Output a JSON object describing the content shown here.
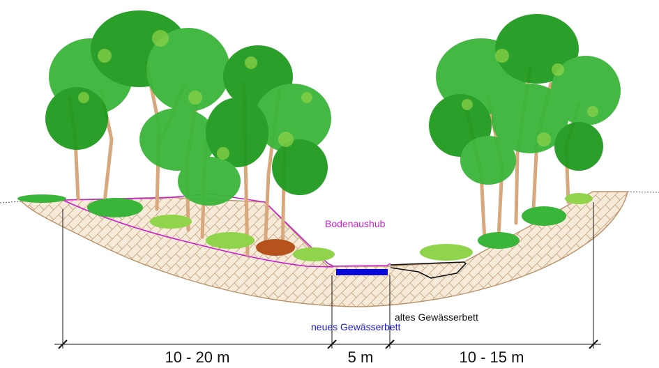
{
  "labels": {
    "soil_excavation": "Bodenaushub",
    "old_streambed": "altes Gewässerbett",
    "new_streambed": "neues Gewässerbett"
  },
  "dimensions": {
    "left_width": "10 - 20 m",
    "channel_width": "5 m",
    "right_width": "10 - 15 m"
  },
  "colors": {
    "soil_fill": "#f6ead9",
    "soil_hatch": "#c9a883",
    "soil_outline": "#b8926a",
    "excavation_line": "#cc1fcc",
    "new_water": "#0a0ad8",
    "old_bed": "#111111",
    "foliage_dark": "#1f9a1f",
    "foliage_mid": "#39b539",
    "foliage_light": "#8fd44a",
    "trunk": "#d9a77c",
    "shrub_brown": "#b6521c"
  }
}
